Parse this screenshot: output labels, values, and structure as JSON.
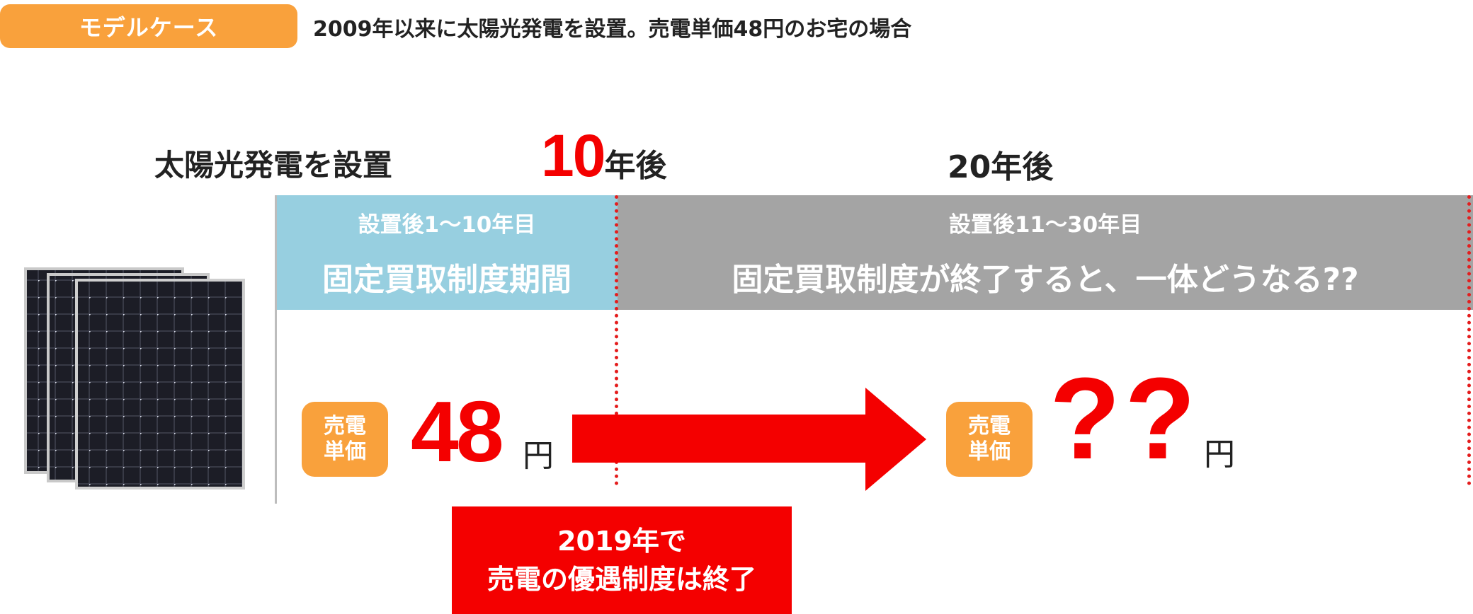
{
  "header": {
    "badge": "モデルケース",
    "description": "2009年以来に太陽光発電を設置。売電単価48円のお宅の場合"
  },
  "timeline": {
    "install": "太陽光発電を設置",
    "ten_num": "10",
    "ten_suffix": "年後",
    "twenty": "20年後"
  },
  "periods": {
    "fixed": {
      "sub": "設置後1〜10年目",
      "main": "固定買取制度期間"
    },
    "after": {
      "sub": "設置後11〜30年目",
      "main": "固定買取制度が終了すると、一体どうなる??"
    }
  },
  "price": {
    "badge_line1": "売電",
    "badge_line2": "単価",
    "current": "48",
    "unknown": "??",
    "unit": "円"
  },
  "end_notice": {
    "line1": "2019年で",
    "line2": "売電の優遇制度は終了"
  },
  "colors": {
    "orange": "#f9a13c",
    "red": "#f40000",
    "blue_period": "#97cfe0",
    "gray_period": "#a4a4a4"
  },
  "icons": [
    "solar-panel-icon",
    "right-arrow-icon"
  ]
}
